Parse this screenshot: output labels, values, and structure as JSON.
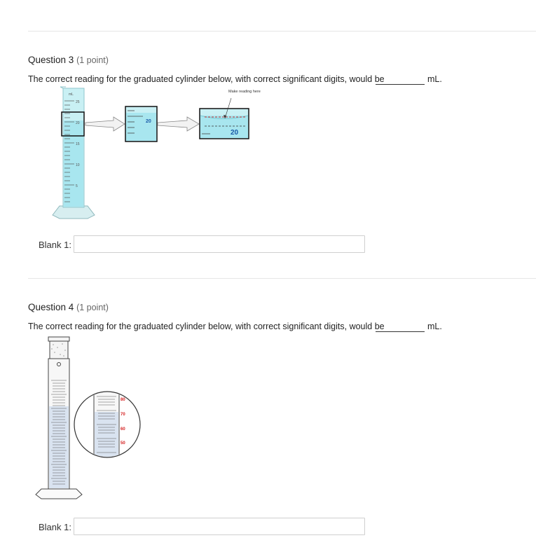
{
  "questions": [
    {
      "title": "Question 3",
      "points": "(1 point)",
      "prompt": "The correct reading for the graduated cylinder below, with correct significant digits, would be",
      "unit": "mL.",
      "blank_label": "Blank 1:",
      "blank_value": "",
      "figure": {
        "cylinder_unit": "mL",
        "scale_labels": [
          "25",
          "20",
          "15",
          "10",
          "5"
        ],
        "zoom1_label": "20",
        "zoom2_label": "20",
        "callout": "Make reading here"
      }
    },
    {
      "title": "Question 4",
      "points": "(1 point)",
      "prompt": "The correct reading for the graduated cylinder below, with correct significant digits, would be",
      "unit": "mL.",
      "blank_label": "Blank 1:",
      "blank_value": "",
      "figure": {
        "zoom_labels": [
          "80",
          "70",
          "60",
          "50"
        ]
      }
    }
  ],
  "colors": {
    "liquid": "#b7ecf3",
    "scale_red": "#d42020",
    "zoom_blue": "#1a5aa8"
  }
}
